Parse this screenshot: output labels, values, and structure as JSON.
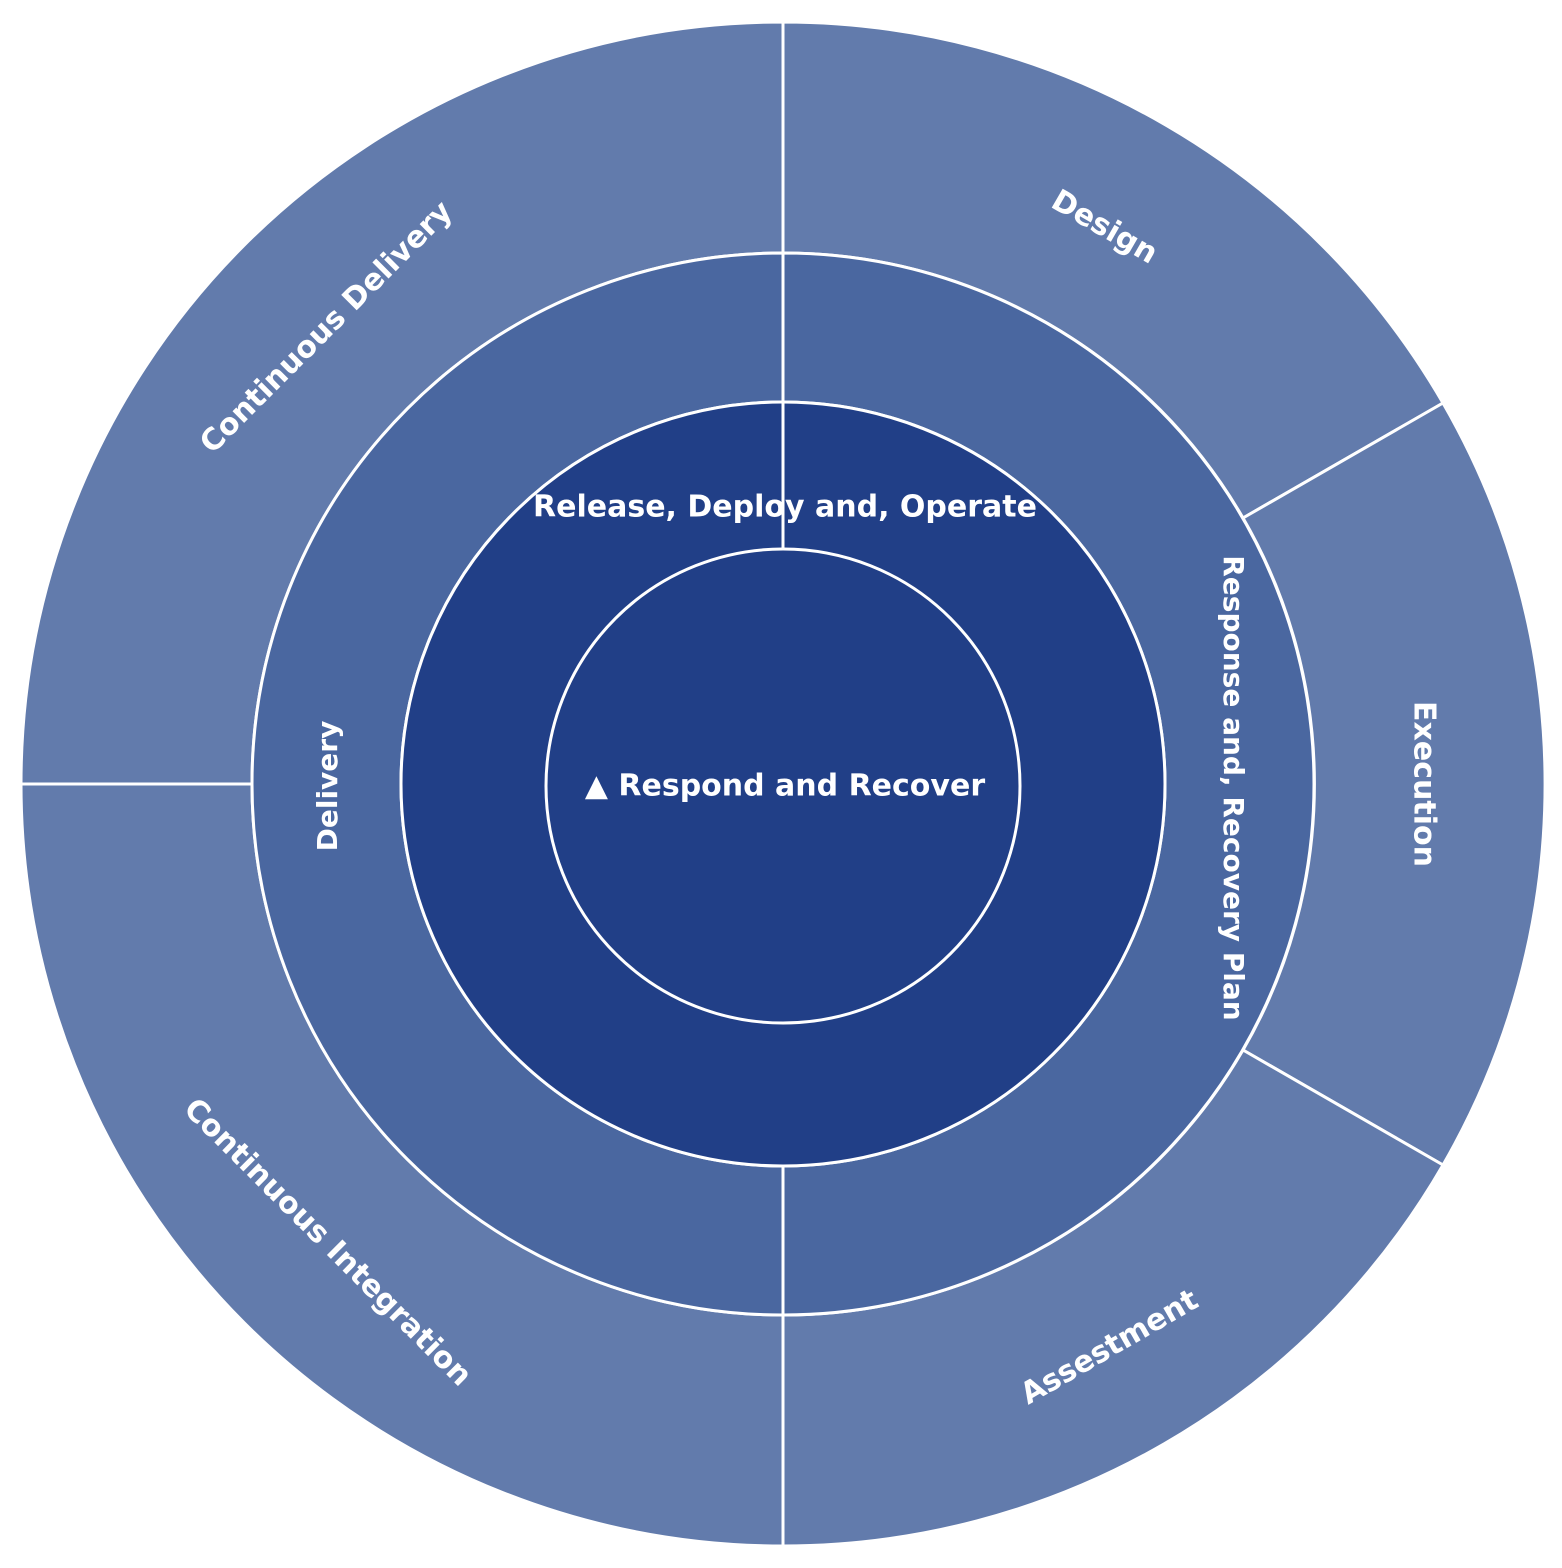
{
  "colors": {
    "outer_ring": "#627bac",
    "middle_ring": "#4a67a0",
    "inner_ring": "#213f87",
    "core": "#213f87",
    "divider": "#ffffff",
    "text": "#ffffff"
  },
  "core": {
    "icon": "triangle-up-icon",
    "label": "▲ Respond and Recover"
  },
  "inner_ring": {
    "label": "Release, Deploy and, Operate"
  },
  "middle_ring": {
    "segments": [
      {
        "label": "Response and, Recovery Plan"
      },
      {
        "label": "Delivery"
      }
    ]
  },
  "outer_ring": {
    "segments": [
      {
        "label": "Design"
      },
      {
        "label": "Execution"
      },
      {
        "label": "Assestment"
      },
      {
        "label": "Continuous Integration"
      },
      {
        "label": "Continuous Delivery"
      }
    ]
  }
}
